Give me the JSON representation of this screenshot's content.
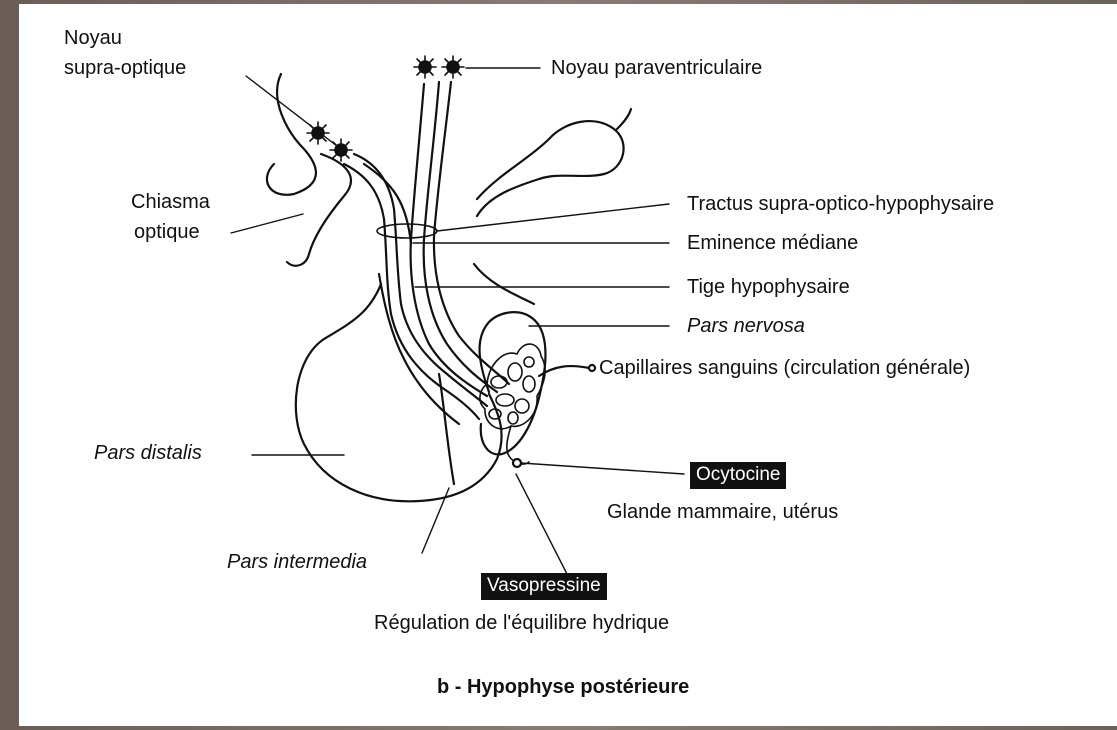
{
  "figure": {
    "labels": {
      "noyau_supra_optique_line1": "Noyau",
      "noyau_supra_optique_line2": "supra-optique",
      "noyau_paraventriculaire": "Noyau paraventriculaire",
      "chiasma_optique_line1": "Chiasma",
      "chiasma_optique_line2": "optique",
      "tractus": "Tractus  supra-optico-hypophysaire",
      "eminence_mediane": "Eminence médiane",
      "tige_hypophysaire": "Tige hypophysaire",
      "pars_nervosa": "Pars nervosa",
      "capillaires": "Capillaires sanguins (circulation générale)",
      "pars_distalis": "Pars distalis",
      "ocytocine": "Ocytocine",
      "ocytocine_target": "Glande mammaire, utérus",
      "pars_intermedia": "Pars intermedia",
      "vasopressine": "Vasopressine",
      "vasopressine_target": "Régulation de l'équilibre hydrique"
    },
    "caption": "b - Hypophyse postérieure"
  },
  "colors": {
    "background": "#7a6d66",
    "panel": "#ffffff",
    "ink": "#111111"
  }
}
